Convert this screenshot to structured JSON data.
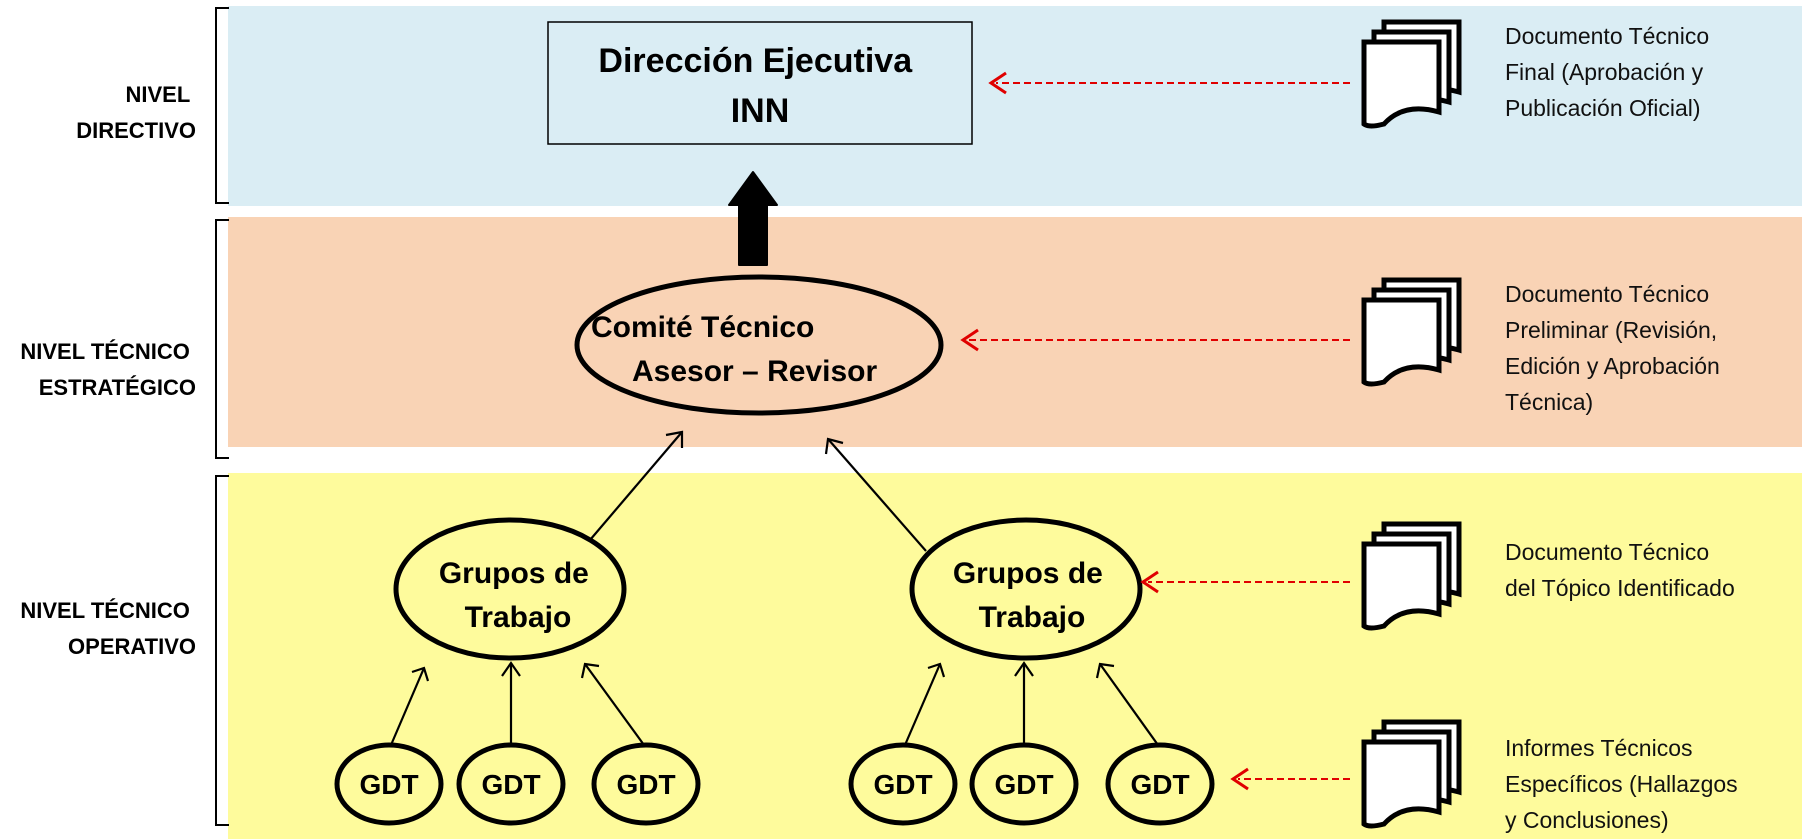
{
  "levels": {
    "directivo": {
      "line1": "NIVEL",
      "line2": "DIRECTIVO",
      "color": "#daedf4"
    },
    "estrategico": {
      "line1": "NIVEL TÉCNICO",
      "line2": "ESTRATÉGICO",
      "color": "#f9d3b5"
    },
    "operativo": {
      "line1": "NIVEL TÉCNICO",
      "line2": "OPERATIVO",
      "color": "#fefb9c"
    }
  },
  "nodes": {
    "direccion": {
      "line1": "Dirección Ejecutiva",
      "line2": "INN"
    },
    "comite": {
      "line1": "Comité Técnico",
      "line2": "Asesor – Revisor"
    },
    "grupo_left": {
      "line1": "Grupos de",
      "line2": "Trabajo"
    },
    "grupo_right": {
      "line1": "Grupos de",
      "line2": "Trabajo"
    },
    "gdt": [
      "GDT",
      "GDT",
      "GDT",
      "GDT",
      "GDT",
      "GDT"
    ]
  },
  "documents": {
    "final": [
      "Documento Técnico",
      "Final (Aprobación y",
      "Publicación Oficial)"
    ],
    "preliminar": [
      "Documento Técnico",
      "Preliminar (Revisión,",
      "Edición y Aprobación",
      "Técnica)"
    ],
    "topico": [
      "Documento Técnico",
      "del Tópico Identificado"
    ],
    "informes": [
      "Informes Técnicos",
      "Específicos (Hallazgos",
      "y Conclusiones)"
    ]
  },
  "colors": {
    "dashed_arrow": "#e00000",
    "stroke": "#000000"
  }
}
